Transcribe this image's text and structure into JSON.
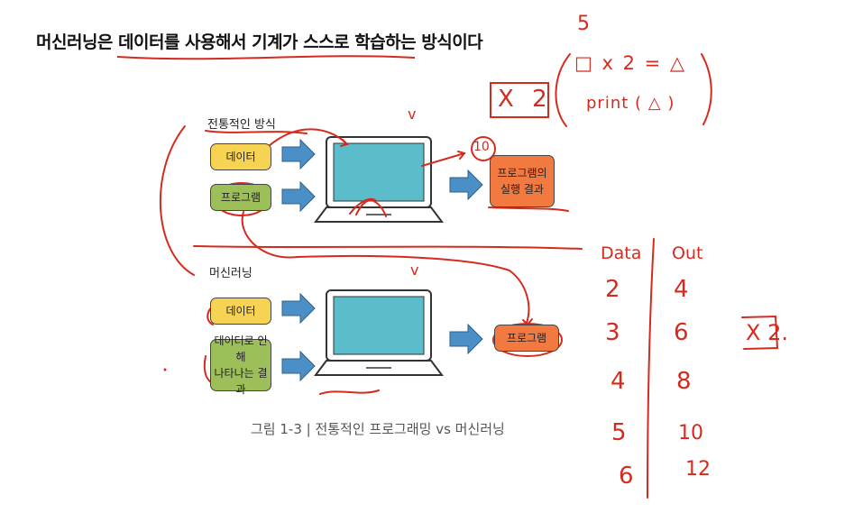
{
  "heading": "머신러닝은 데이터를 사용해서 기계가 스스로 학습하는 방식이다",
  "figure": {
    "section_traditional": "전통적인 방식",
    "section_ml": "머신러닝",
    "trad_data": "데이터",
    "trad_program": "프로그램",
    "trad_result_line1": "프로그램의",
    "trad_result_line2": "실행 결과",
    "ml_data": "데이터",
    "ml_result_line1": "데이터로 인해",
    "ml_result_line2": "나타나는 결과",
    "ml_output": "프로그램",
    "caption": "그림 1-3 | 전통적인 프로그래밍 vs 머신러닝"
  },
  "annotations": {
    "five": "5",
    "ten": "10",
    "times_two": "X 2",
    "formula_line1": "□ x 2 = △",
    "formula_line2": "print ( △ )",
    "check1": "v",
    "check2": "v",
    "table_header_data": "Data",
    "table_header_out": "Out",
    "table_rows": [
      {
        "data": "2",
        "out": "4"
      },
      {
        "data": "3",
        "out": "6"
      },
      {
        "data": "4",
        "out": "8"
      },
      {
        "data": "5",
        "out": "10"
      },
      {
        "data": "6",
        "out": "12"
      }
    ],
    "times_two_right": "X 2."
  },
  "colors": {
    "ink": "#d52b1e",
    "yellow": "#f7d354",
    "green": "#9dbf5a",
    "orange": "#f2793f",
    "arrow": "#4a90c6",
    "screen": "#5bbccc"
  }
}
